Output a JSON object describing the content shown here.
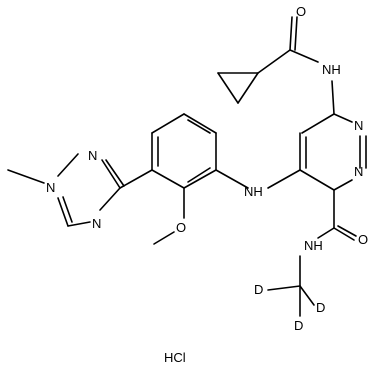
{
  "molecule": {
    "labels": {
      "o_amide_top": "O",
      "nh_top": "NH",
      "n_ring_upper": "N",
      "n_ring_lower": "N",
      "nh_aniline": "NH",
      "n_triazole_top": "N",
      "n_triazole_left": "N",
      "n_triazole_bottom": "N",
      "o_methoxy": "O",
      "nh_amide_bottom": "NH",
      "o_amide_right": "O",
      "d_left": "D",
      "d_right": "D",
      "d_bottom": "D"
    },
    "salt": "HCl"
  }
}
